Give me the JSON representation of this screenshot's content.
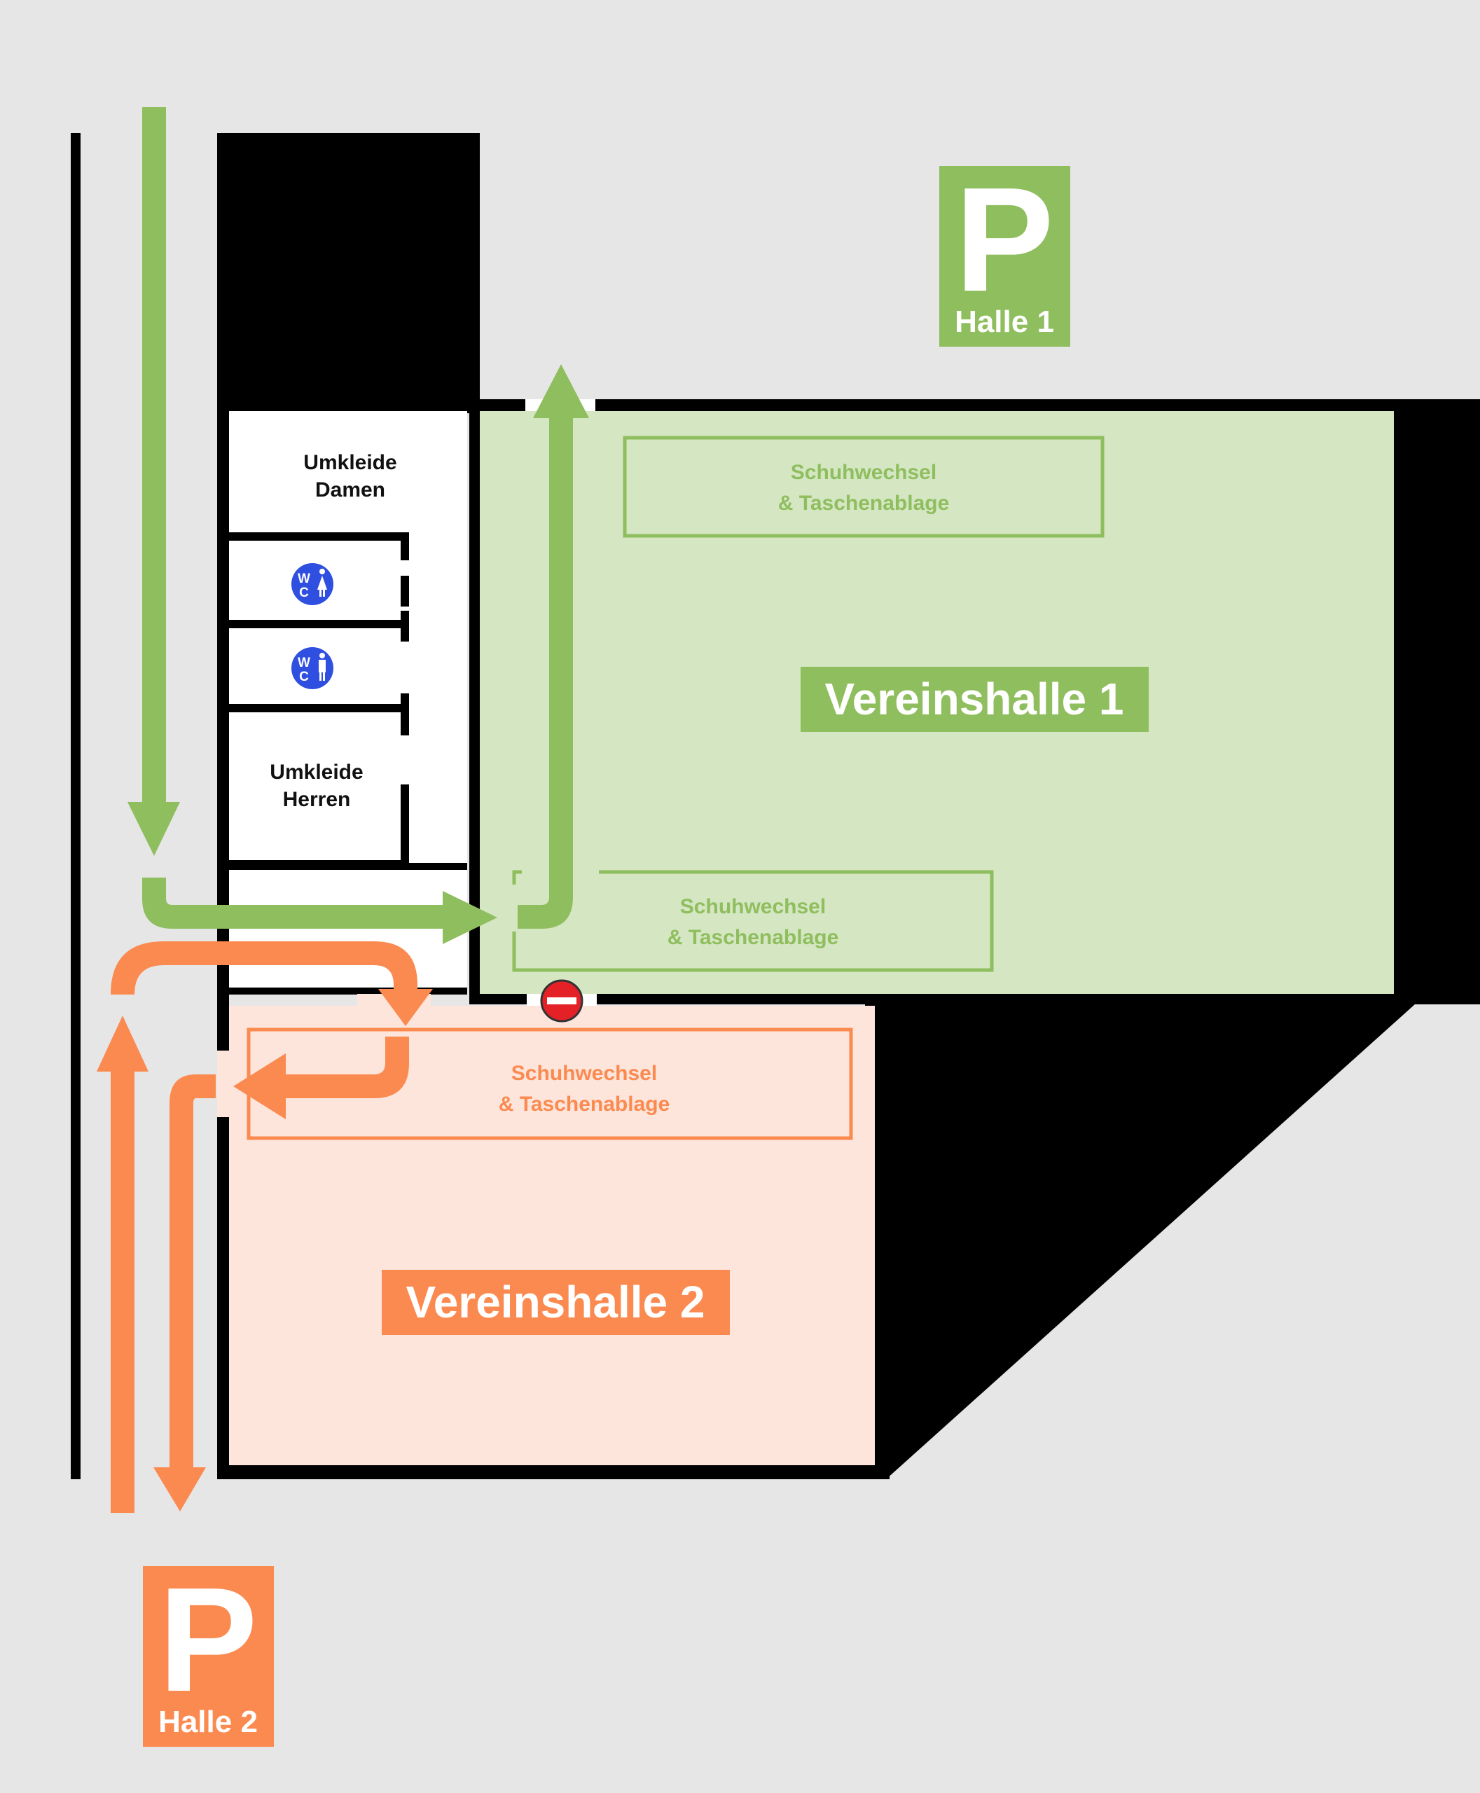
{
  "colors": {
    "background": "#e6e6e6",
    "wall": "#000000",
    "room": "#ffffff",
    "green": "#8fbe5e",
    "green_fill": "#d4e6c2",
    "orange": "#fb8a50",
    "orange_fill": "#fde5db",
    "wc_blue": "#2f4fe0",
    "no_entry_red": "#e42126"
  },
  "icons": {
    "parking": "parking-sign-icon",
    "wc": "wc-icon",
    "no_entry": "no-entry-icon"
  },
  "parking": {
    "halle1": {
      "letter": "P",
      "label": "Halle 1"
    },
    "halle2": {
      "letter": "P",
      "label": "Halle 2"
    }
  },
  "rooms": {
    "umkleide_damen": {
      "line1": "Umkleide",
      "line2": "Damen"
    },
    "umkleide_herren": {
      "line1": "Umkleide",
      "line2": "Herren"
    },
    "wc_damen": {
      "w": "W",
      "c": "C"
    },
    "wc_herren": {
      "w": "W",
      "c": "C"
    }
  },
  "halls": {
    "hall1": {
      "title": "Vereinshalle 1",
      "zone_top": {
        "line1": "Schuhwechsel",
        "line2": "& Taschenablage"
      },
      "zone_bottom": {
        "line1": "Schuhwechsel",
        "line2": "& Taschenablage"
      }
    },
    "hall2": {
      "title": "Vereinshalle 2",
      "zone": {
        "line1": "Schuhwechsel",
        "line2": "& Taschenablage"
      }
    }
  }
}
